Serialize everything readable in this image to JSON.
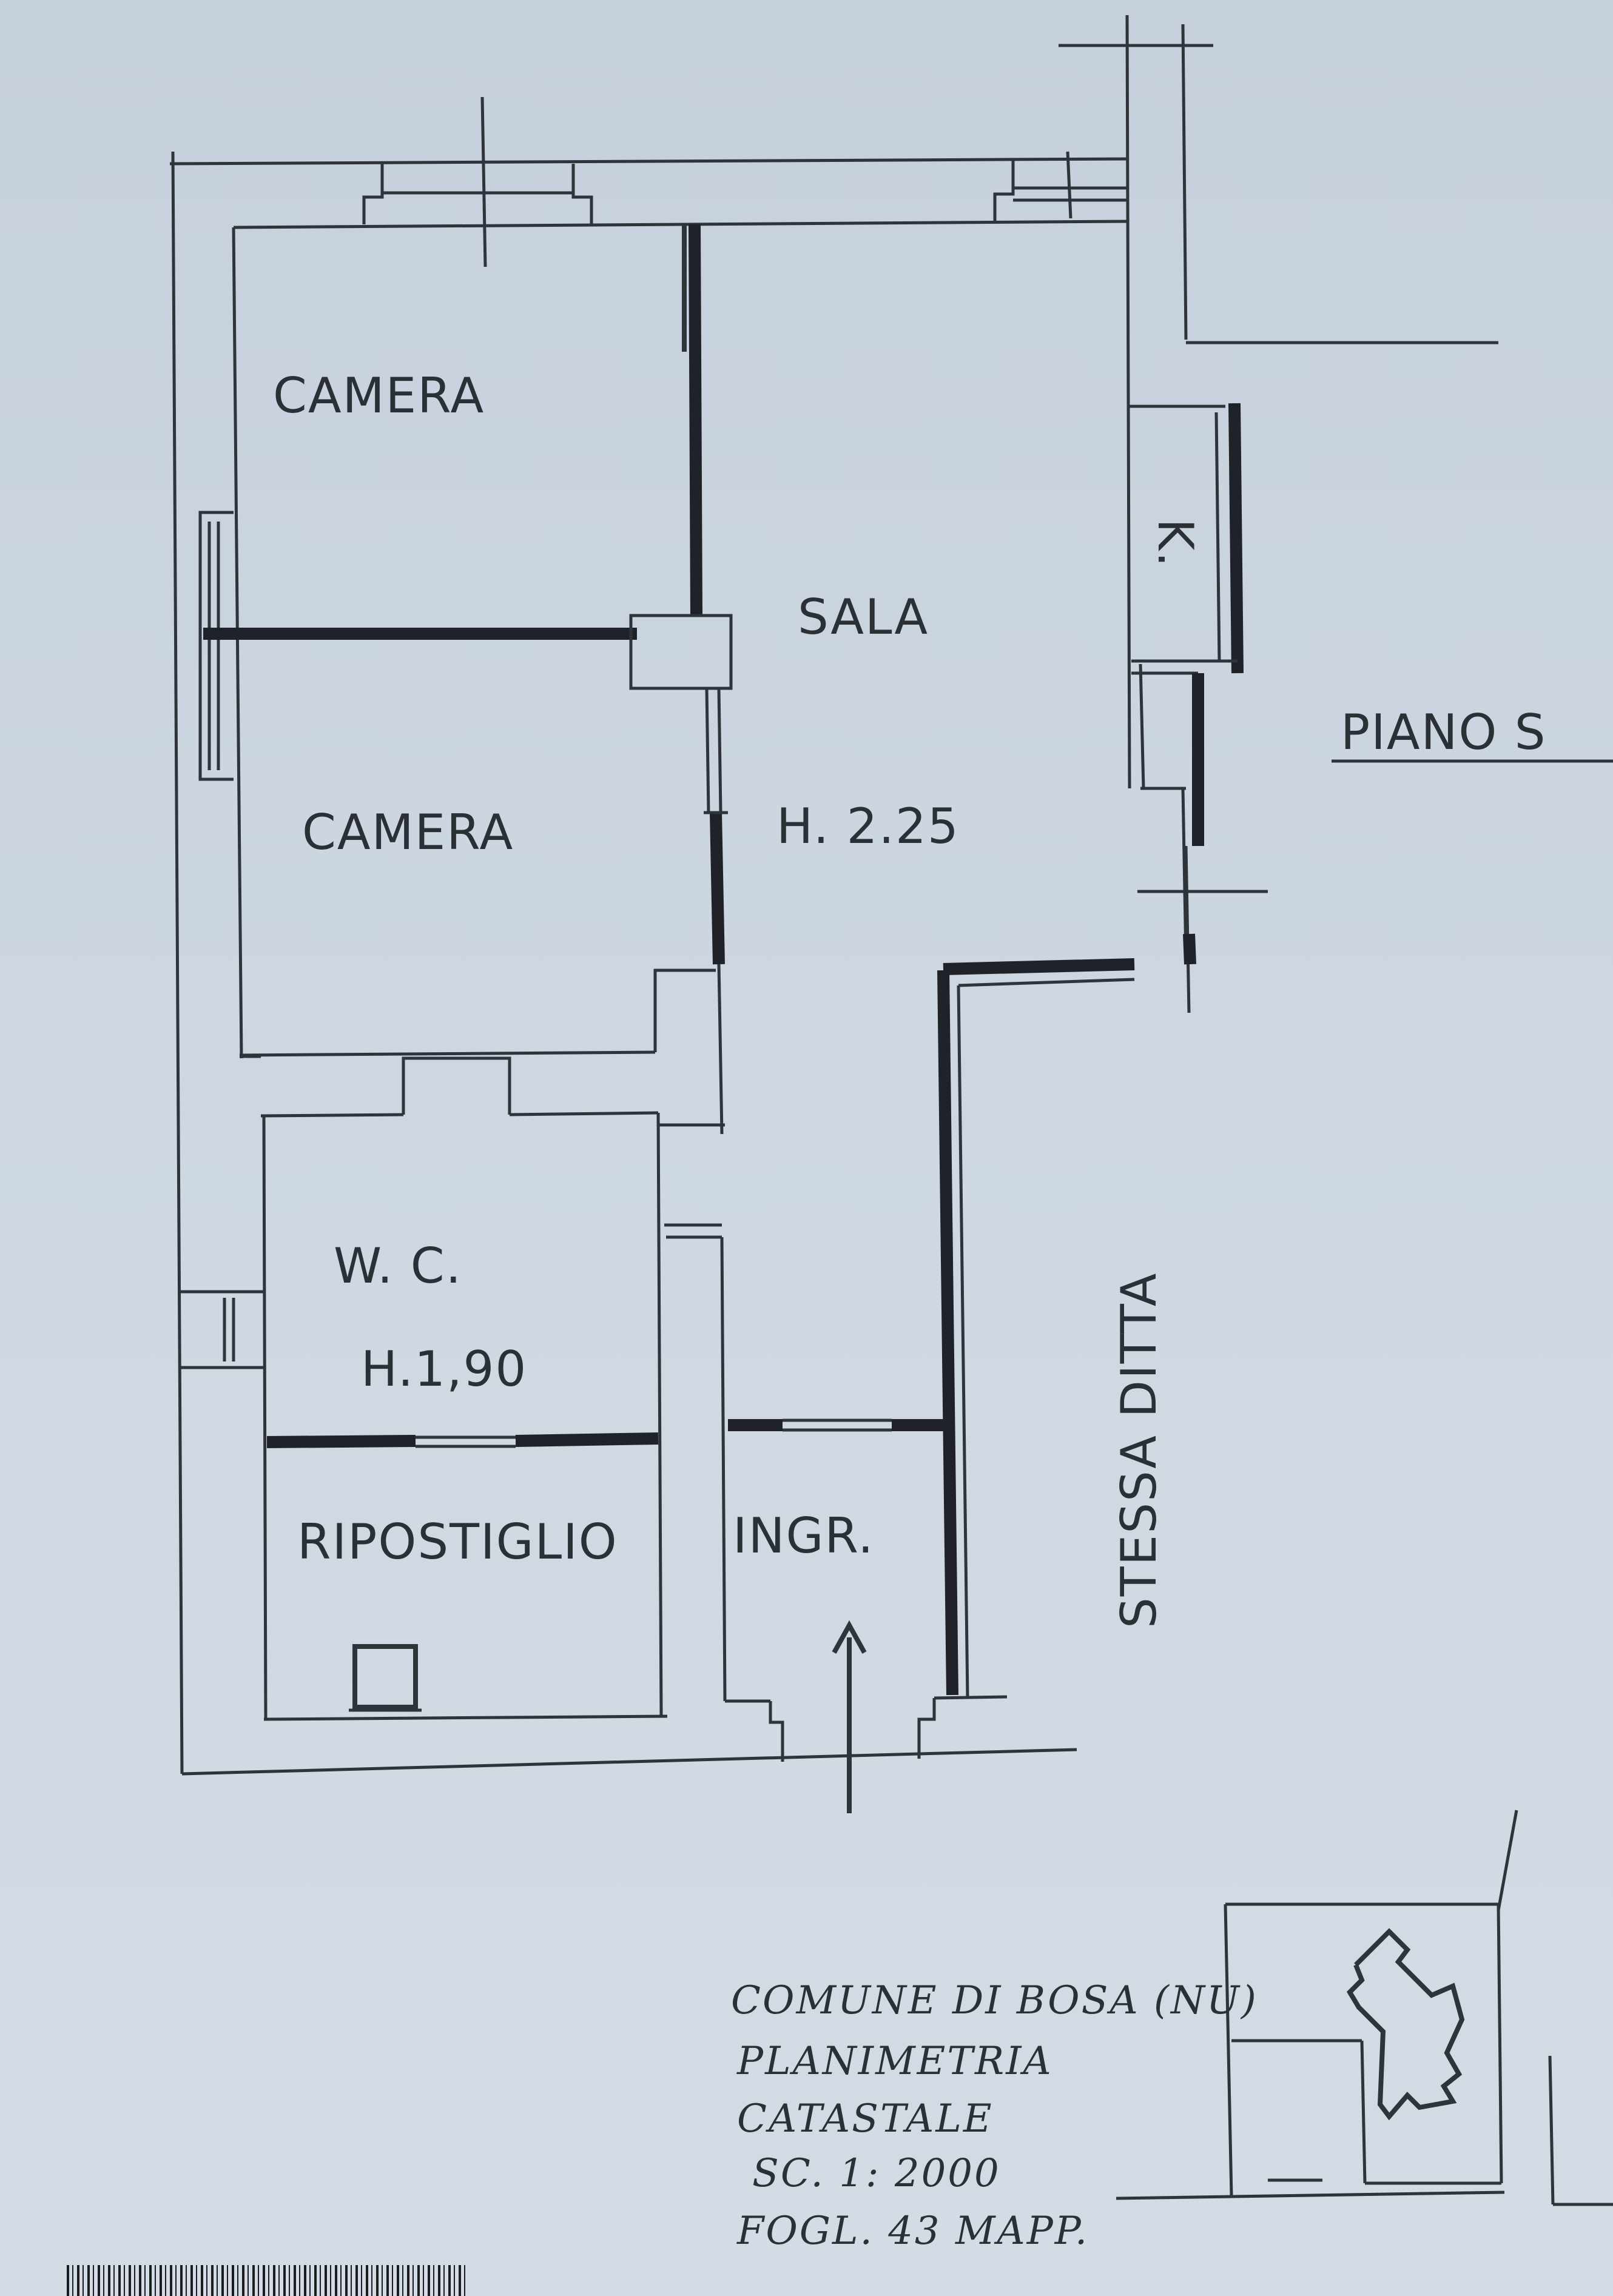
{
  "rooms": {
    "camera_1": "CAMERA",
    "camera_2": "CAMERA",
    "sala": "SALA",
    "sala_height": "H. 2.25",
    "kitchen": "K.",
    "wc": "W. C.",
    "wc_height": "H.1,90",
    "ripostiglio": "RIPOSTIGLIO",
    "ingresso": "INGR."
  },
  "labels": {
    "piano": "PIANO S",
    "stessa_ditta": "STESSA DITTA"
  },
  "notes": {
    "comune": "COMUNE DI BOSA (NU)",
    "planimetria": "PLANIMETRIA",
    "catastale": "CATASTALE",
    "scala": "SC. 1: 2000",
    "foglio": "FOGL. 43 MAPP."
  }
}
